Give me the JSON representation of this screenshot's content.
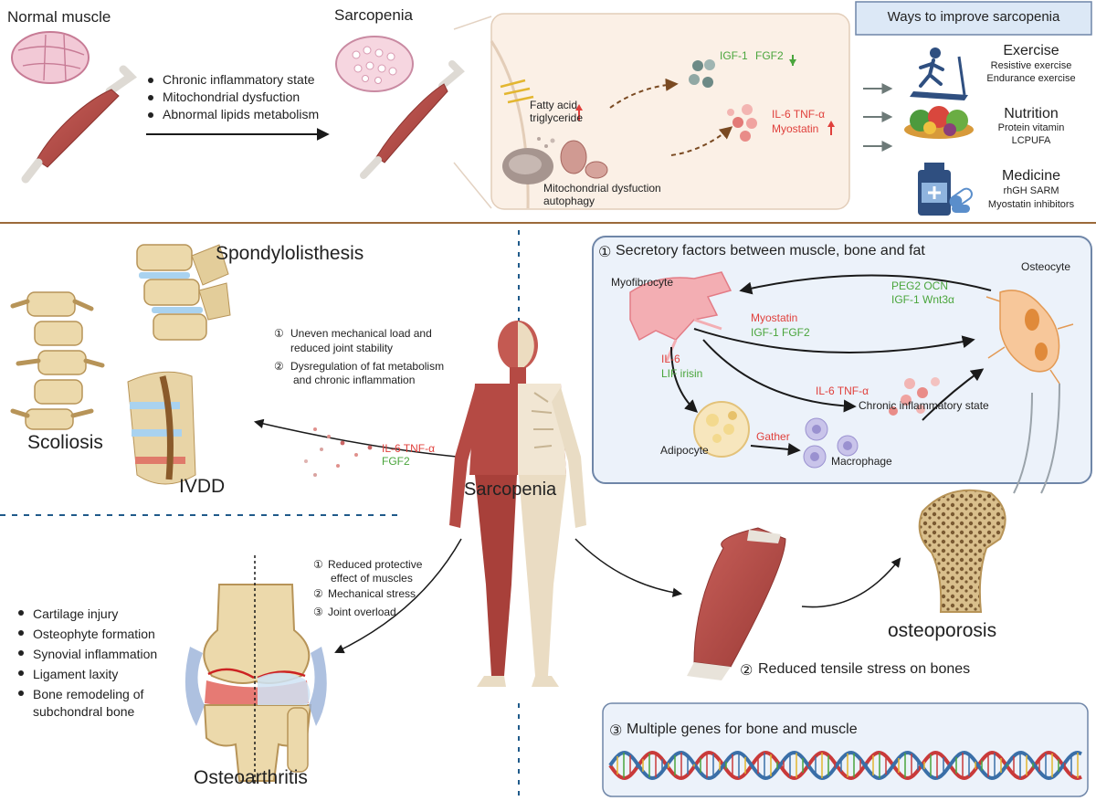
{
  "top": {
    "normal_muscle": "Normal muscle",
    "sarcopenia": "Sarcopenia",
    "causes": [
      "Chronic inflammatory state",
      "Mitochondrial dysfuction",
      "Abnormal lipids metabolism"
    ],
    "detail": {
      "fatty_acid": "Fatty acid",
      "triglyceride": "triglyceride",
      "igf1": "IGF-1",
      "fgf2": "FGF2",
      "il6_tnf": "IL-6  TNF-α",
      "myostatin": "Myostatin",
      "mito_line1": "Mitochondrial dysfuction",
      "mito_line2": "autophagy"
    },
    "ways": {
      "title": "Ways to improve sarcopenia",
      "exercise": "Exercise",
      "exercise_sub1": "Resistive exercise",
      "exercise_sub2": "Endurance exercise",
      "nutrition": "Nutrition",
      "nutrition_sub1": "Protein vitamin",
      "nutrition_sub2": "LCPUFA",
      "medicine": "Medicine",
      "medicine_sub1": "rhGH SARM",
      "medicine_sub2": "Myostatin inhibitors"
    }
  },
  "spine": {
    "spondylolisthesis": "Spondylolisthesis",
    "scoliosis": "Scoliosis",
    "ivdd": "IVDD",
    "reason1_num": "①",
    "reason1_line1": "Uneven mechanical load and",
    "reason1_line2": "reduced joint stability",
    "reason2_num": "②",
    "reason2_line1": "Dysregulation of fat metabolism",
    "reason2_line2": "and chronic inflammation",
    "il6_tnf": "IL-6 TNF-α",
    "fgf2": "FGF2"
  },
  "center": {
    "sarcopenia": "Sarcopenia"
  },
  "secretory": {
    "title_num": "①",
    "title": "Secretory factors between muscle, bone and fat",
    "myofibrocyte": "Myofibrocyte",
    "osteocyte": "Osteocyte",
    "peg2_ocn": "PEG2  OCN",
    "igf1_wnt": "IGF-1  Wnt3α",
    "myostatin": "Myostatin",
    "igf1_fgf2": "IGF-1  FGF2",
    "il6": "IL-6",
    "lif_irisin": "LIF  irisin",
    "il6_tnf": "IL-6 TNF-α",
    "chronic": "Chronic inflammatory state",
    "adipocyte": "Adipocyte",
    "gather": "Gather",
    "macrophage": "Macrophage"
  },
  "oa": {
    "items": [
      "Cartilage injury",
      "Osteophyte formation",
      "Synovial inflammation",
      "Ligament laxity",
      "Bone remodeling of",
      "subchondral bone"
    ],
    "r1_num": "①",
    "r1_line1": "Reduced protective",
    "r1_line2": "effect of muscles",
    "r2_num": "②",
    "r2": "Mechanical stress",
    "r3_num": "③",
    "r3": "Joint overload",
    "title": "Osteoarthritis"
  },
  "bone": {
    "osteoporosis": "osteoporosis",
    "tensile_num": "②",
    "tensile": "Reduced tensile stress on bones",
    "genes_num": "③",
    "genes": "Multiple genes for bone and muscle"
  },
  "colors": {
    "red": "#e0403c",
    "green": "#4aa53c",
    "divider": "#9b6a3a",
    "dash": "#1f5a8a",
    "muscle": "#b84a45",
    "bone": "#e8d4a6",
    "panel_bg": "#fbf0e6",
    "panel_border": "#6f86a8"
  }
}
